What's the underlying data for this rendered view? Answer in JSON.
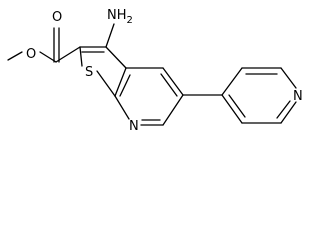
{
  "molecule": {
    "atom_labels": {
      "amino": "NH2",
      "ester_carbonyl_oxygen": "O",
      "ester_ether_oxygen": "O",
      "thiophene_sulfur": "S",
      "pyridine_fused_nitrogen": "N",
      "pyridyl_nitrogen": "N"
    }
  }
}
